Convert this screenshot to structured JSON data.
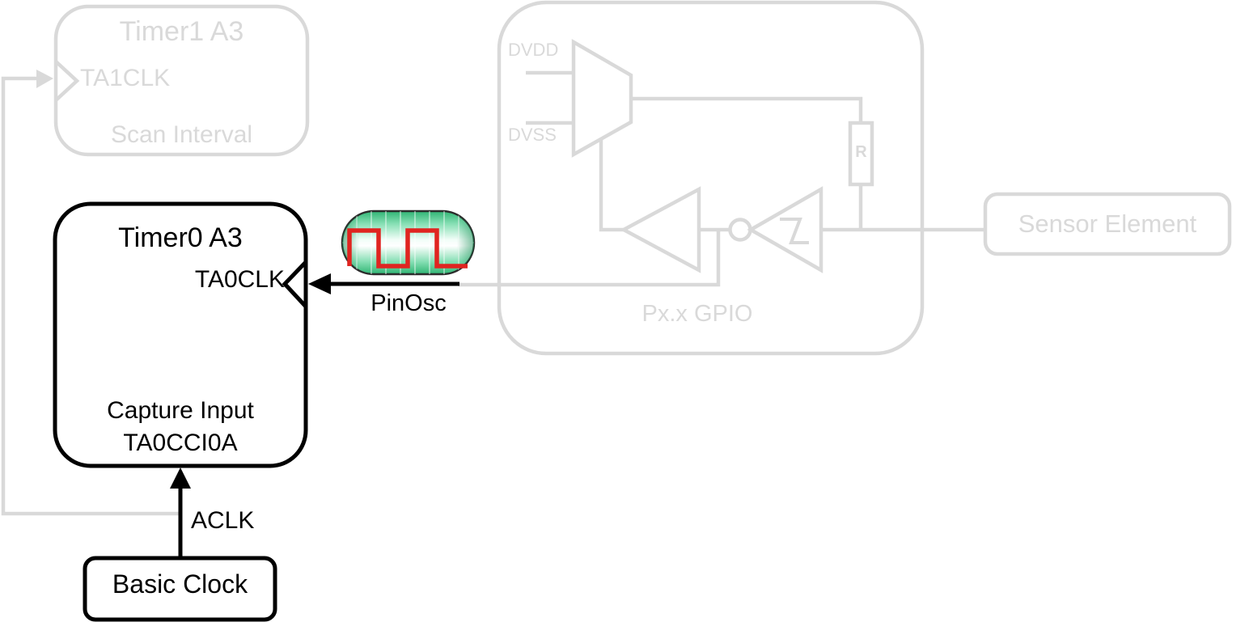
{
  "colors": {
    "faded_gray": "#d9d9d9",
    "ink_black": "#000000",
    "wave_red": "#e02420",
    "osc_green": "#2fb573"
  },
  "timer1": {
    "title": "Timer1 A3",
    "clock_port": "TA1CLK",
    "caption": "Scan Interval"
  },
  "timer0": {
    "title": "Timer0 A3",
    "clock_port": "TA0CLK",
    "caption_line1": "Capture Input",
    "caption_line2": "TA0CCI0A"
  },
  "gpio": {
    "caption": "Px.x GPIO",
    "supply_top": "DVDD",
    "supply_bottom": "DVSS",
    "resistor": "R"
  },
  "sensor": {
    "label": "Sensor Element"
  },
  "basic_clock": {
    "label": "Basic Clock"
  },
  "signals": {
    "pin_osc": "PinOsc",
    "aclk": "ACLK"
  }
}
